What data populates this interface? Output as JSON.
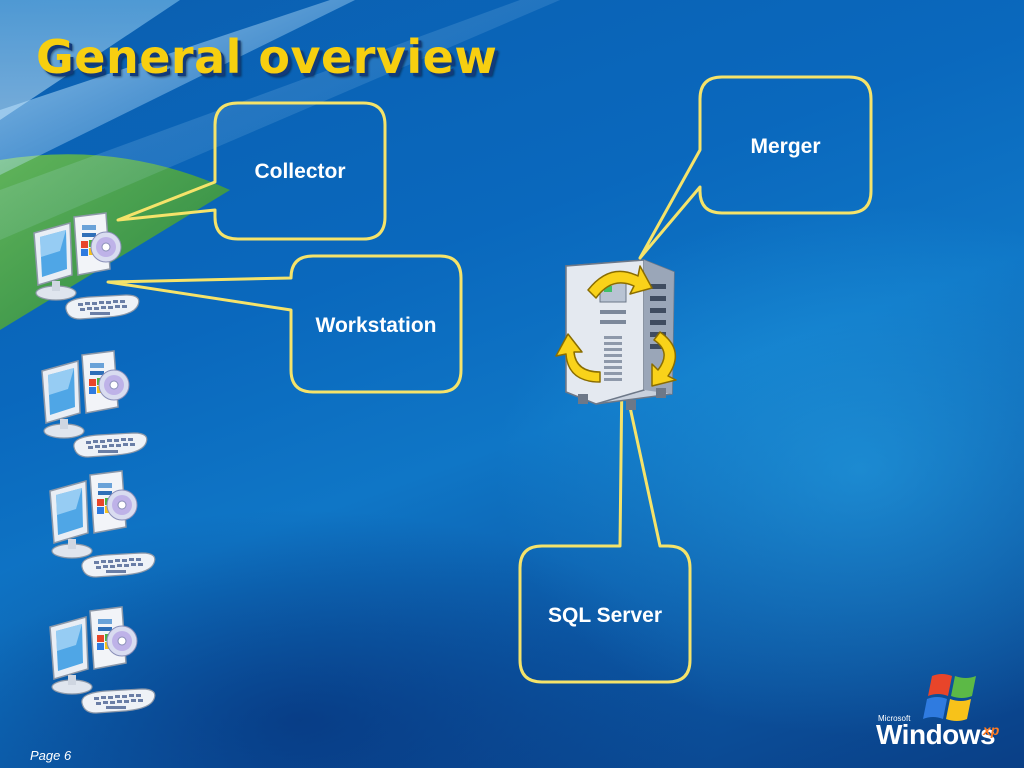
{
  "slide": {
    "title": "General overview",
    "page_label": "Page 6"
  },
  "callouts": [
    {
      "id": "collector",
      "label": "Collector"
    },
    {
      "id": "workstation",
      "label": "Workstation"
    },
    {
      "id": "merger",
      "label": "Merger"
    },
    {
      "id": "sql",
      "label": "SQL Server"
    }
  ],
  "logo": {
    "small_text": "Microsoft",
    "brand_text": "Windows",
    "suffix": "xp"
  },
  "colors": {
    "accent": "#f7cf10",
    "callout_border": "#f5e36a",
    "background": "#0a68bd",
    "label": "#ffffff"
  },
  "icons": [
    "workstation-computer-icon",
    "server-tower-icon",
    "sync-arrows-icon",
    "windows-flag-icon"
  ]
}
